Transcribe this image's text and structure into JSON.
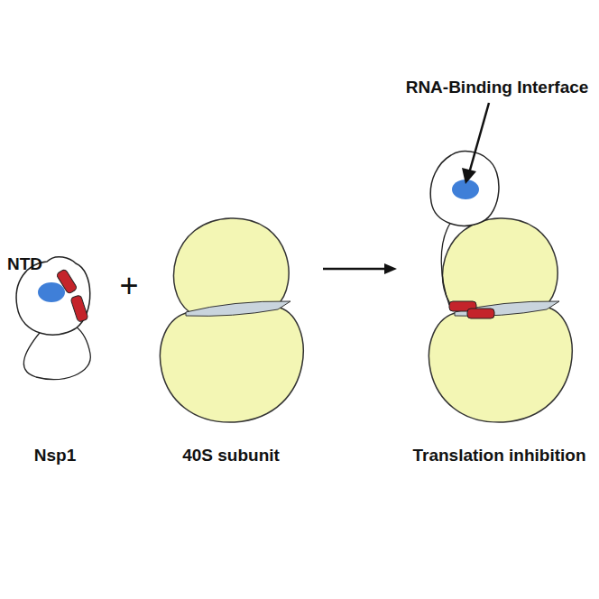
{
  "diagram": {
    "nodes": [
      {
        "text": [
          "NTD",
          "Nsp1"
        ]
      },
      {
        "text": [
          "40S subunit"
        ]
      },
      {
        "text": [
          "Translation inhibition"
        ]
      }
    ],
    "edges": [
      {
        "from": 1,
        "to": 2,
        "arrow": "to"
      }
    ],
    "labels": [
      "+",
      "RNA-Binding Interface"
    ]
  }
}
